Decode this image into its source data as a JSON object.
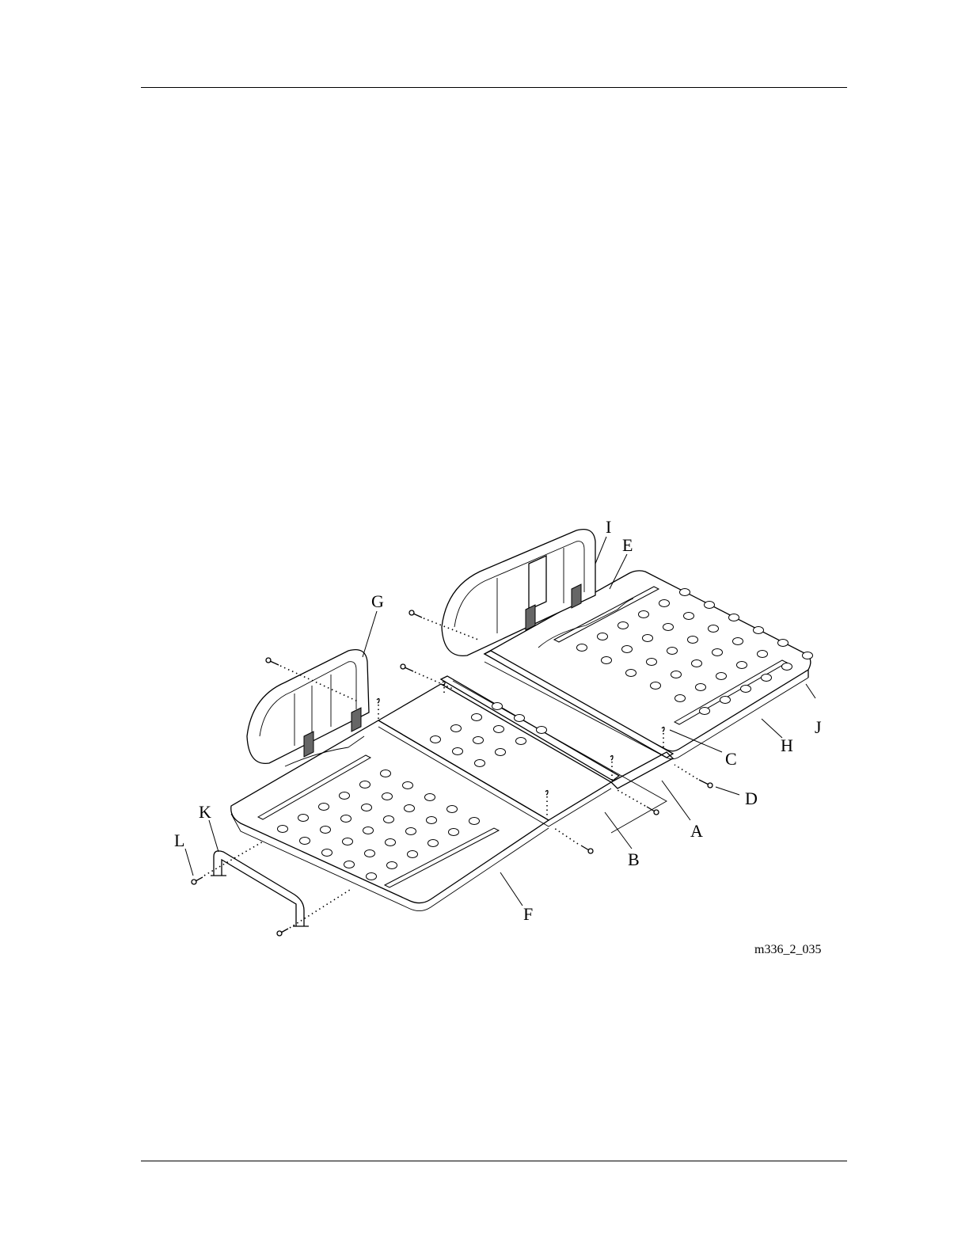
{
  "figure": {
    "id_label": "m336_2_035",
    "callouts": [
      "A",
      "B",
      "C",
      "D",
      "E",
      "F",
      "G",
      "H",
      "I",
      "J",
      "K",
      "L"
    ]
  }
}
